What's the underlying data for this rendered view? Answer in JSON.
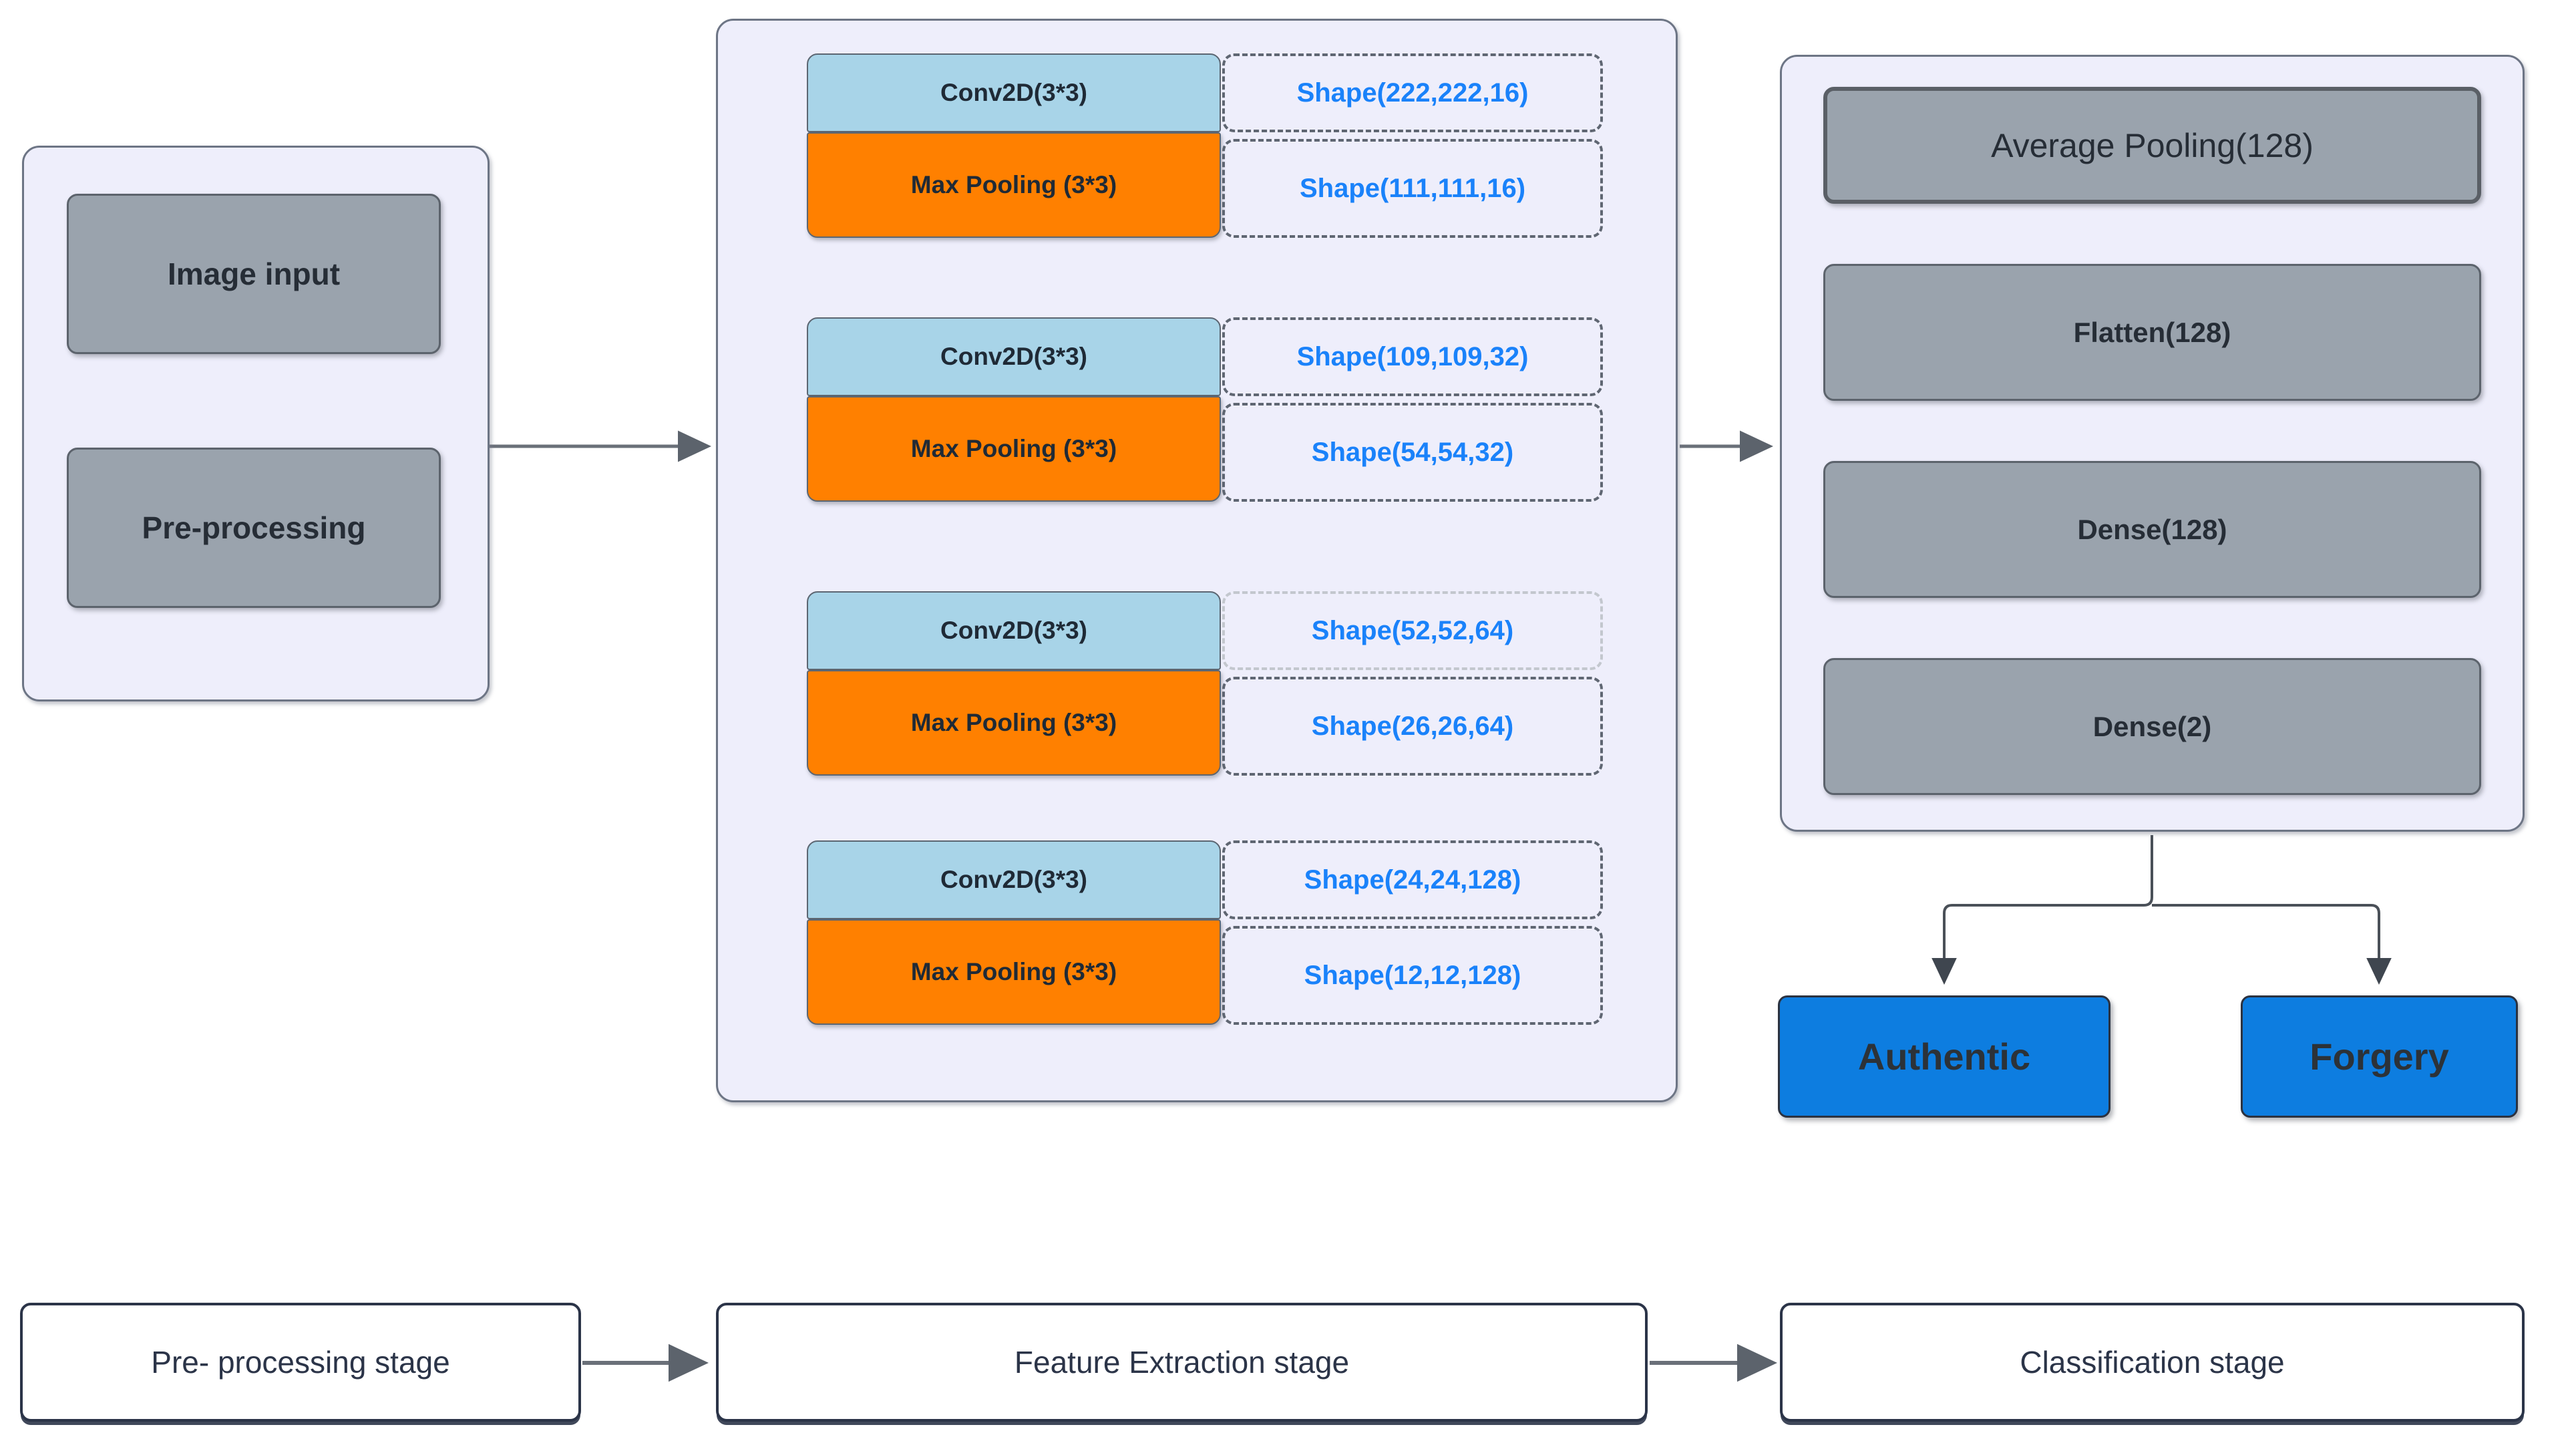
{
  "diagram": {
    "title": "CNN architecture for image forgery detection",
    "colors": {
      "panel_bg": "#eeeefb",
      "panel_border": "#6d7585",
      "grey_block": "#9aa3ad",
      "conv_block": "#a8d4e8",
      "pool_block": "#ff8000",
      "shape_text": "#1a82fa",
      "result_block": "#0d7de0",
      "arrow": "#4a5058",
      "stage_border": "#2b3448"
    }
  },
  "preprocessing_panel": {
    "blocks": [
      {
        "label": "Image input"
      },
      {
        "label": "Pre-processing"
      }
    ]
  },
  "feature_extraction_panel": {
    "blocks": [
      {
        "conv_label": "Conv2D(3*3)",
        "conv_shape": "Shape(222,222,16)",
        "pool_label": "Max Pooling (3*3)",
        "pool_shape": "Shape(111,111,16)"
      },
      {
        "conv_label": "Conv2D(3*3)",
        "conv_shape": "Shape(109,109,32)",
        "pool_label": "Max Pooling (3*3)",
        "pool_shape": "Shape(54,54,32)"
      },
      {
        "conv_label": "Conv2D(3*3)",
        "conv_shape": "Shape(52,52,64)",
        "pool_label": "Max Pooling (3*3)",
        "pool_shape": "Shape(26,26,64)"
      },
      {
        "conv_label": "Conv2D(3*3)",
        "conv_shape": "Shape(24,24,128)",
        "pool_label": "Max Pooling (3*3)",
        "pool_shape": "Shape(12,12,128)"
      }
    ]
  },
  "classification_panel": {
    "blocks": [
      {
        "label": "Average Pooling(128)"
      },
      {
        "label": "Flatten(128)"
      },
      {
        "label": "Dense(128)"
      },
      {
        "label": "Dense(2)"
      }
    ]
  },
  "outputs": [
    {
      "label": "Authentic"
    },
    {
      "label": "Forgery"
    }
  ],
  "stage_captions": [
    {
      "label": "Pre- processing stage"
    },
    {
      "label": "Feature Extraction stage"
    },
    {
      "label": "Classification stage"
    }
  ]
}
